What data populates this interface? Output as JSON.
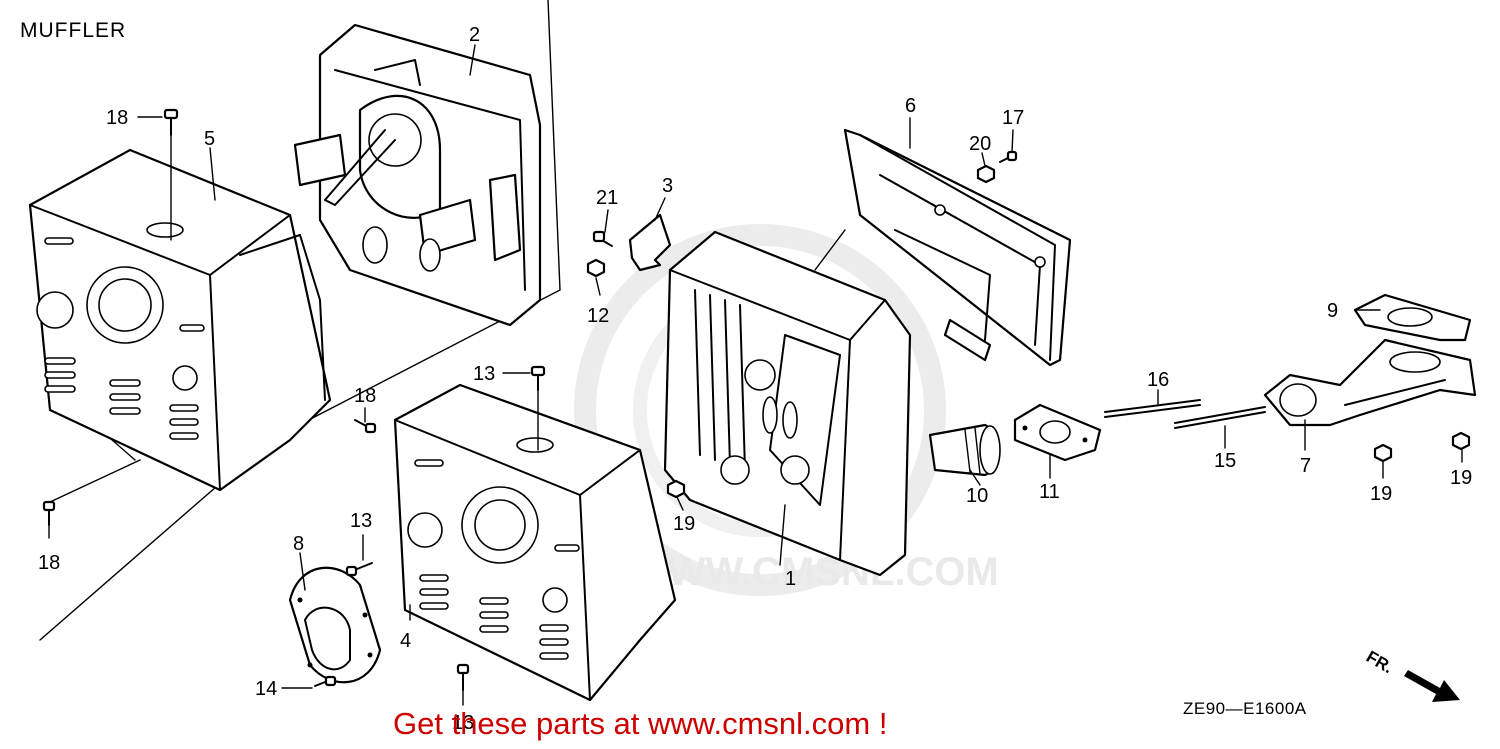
{
  "title": "MUFFLER",
  "diagram_code": "ZE90—E1600A",
  "front_marker": "FR.",
  "watermark": "WWW.CMSNL.COM",
  "ad_text": "Get these parts at www.cmsnl.com !",
  "ad_color": "#cc0000",
  "callouts": {
    "c1": "1",
    "c2": "2",
    "c3": "3",
    "c4": "4",
    "c5": "5",
    "c6": "6",
    "c7": "7",
    "c8": "8",
    "c9": "9",
    "c10": "10",
    "c11": "11",
    "c12": "12",
    "c13a": "13",
    "c13b": "13",
    "c13c": "13",
    "c14": "14",
    "c15": "15",
    "c16": "16",
    "c17": "17",
    "c18a": "18",
    "c18b": "18",
    "c18c": "18",
    "c19a": "19",
    "c19b": "19",
    "c19c": "19",
    "c20": "20",
    "c21": "21"
  },
  "icons": [
    "bolt-icon",
    "nut-icon",
    "front-arrow-icon"
  ]
}
